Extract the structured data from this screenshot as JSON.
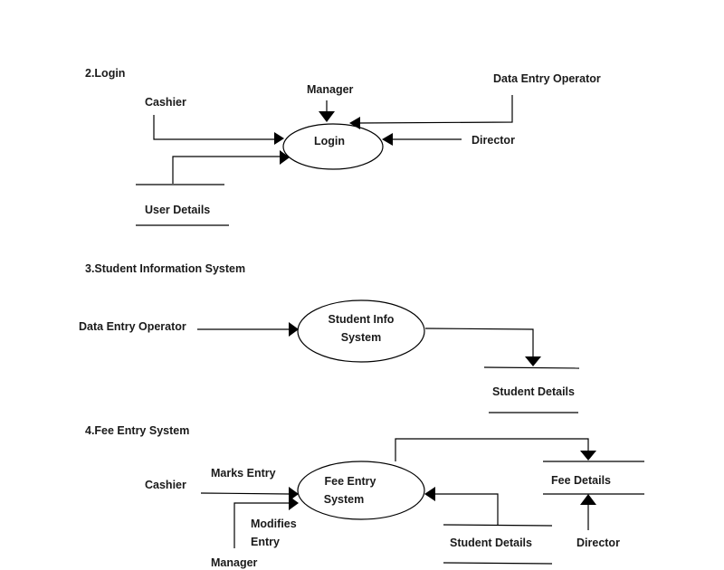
{
  "sections": {
    "login": {
      "heading": "2.Login",
      "process": "Login",
      "entities": {
        "cashier": "Cashier",
        "manager": "Manager",
        "data_entry_operator": "Data Entry Operator",
        "director": "Director"
      },
      "store": "User Details"
    },
    "student_info": {
      "heading": "3.Student Information System",
      "process_line1": "Student Info",
      "process_line2": "System",
      "entity": "Data Entry Operator",
      "store": "Student Details"
    },
    "fee_entry": {
      "heading": "4.Fee Entry System",
      "process_line1": "Fee Entry",
      "process_line2": "System",
      "entities": {
        "cashier": "Cashier",
        "manager": "Manager",
        "director": "Director"
      },
      "flows": {
        "marks_entry": "Marks Entry",
        "modifies_line1": "Modifies",
        "modifies_line2": "Entry"
      },
      "stores": {
        "fee_details": "Fee Details",
        "student_details": "Student Details"
      }
    }
  }
}
